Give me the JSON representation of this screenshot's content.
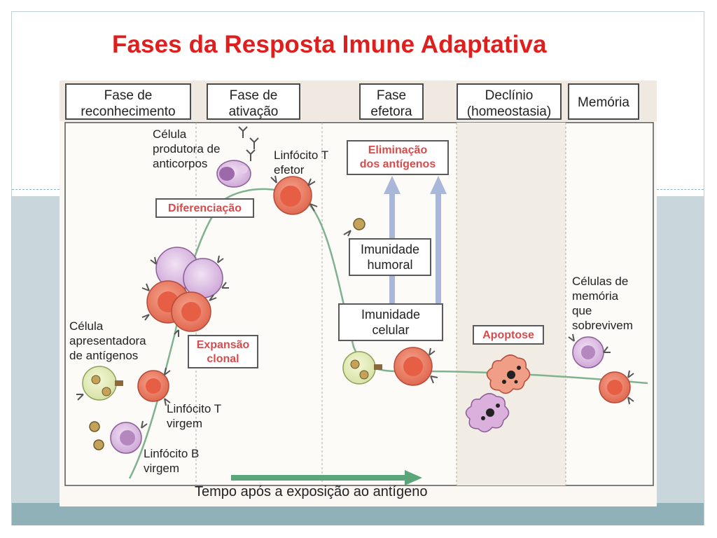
{
  "slide": {
    "title": "Fases da Resposta Imune Adaptativa"
  },
  "phases": [
    {
      "line1": "Fase de",
      "line2": "reconhecimento"
    },
    {
      "line1": "Fase de",
      "line2": "ativação"
    },
    {
      "line1": "Fase",
      "line2": "efetora"
    },
    {
      "line1": "Declínio",
      "line2": "(homeostasia)"
    },
    {
      "line1": "Memória",
      "line2": ""
    }
  ],
  "labels": {
    "antibody_cell": [
      "Célula",
      "produtora de",
      "anticorpos"
    ],
    "effector_t": [
      "Linfócito T",
      "efetor"
    ],
    "apc": [
      "Célula",
      "apresentadora",
      "de antígenos"
    ],
    "naive_t": [
      "Linfócito T",
      "virgem"
    ],
    "naive_b": [
      "Linfócito B",
      "virgem"
    ],
    "memory_cells": [
      "Células de",
      "memória",
      "que",
      "sobrevivem"
    ]
  },
  "process_boxes": {
    "differentiation": "Diferenciação",
    "clonal_expansion": [
      "Expansão",
      "clonal"
    ],
    "antigen_elimination": [
      "Eliminação",
      "dos antígenos"
    ],
    "apoptosis": "Apoptose"
  },
  "immunity_boxes": {
    "humoral": [
      "Imunidade",
      "humoral"
    ],
    "cellular": [
      "Imunidade",
      "celular"
    ]
  },
  "time_axis": {
    "label": "Tempo após a exposição ao antígeno"
  },
  "colors": {
    "title": "#e01e1e",
    "process_text": "#d84b4b",
    "curve": "#7fb28d",
    "t_cell": "#ef7f6a",
    "b_cell": "#d9b6df",
    "arrow": "#a9b7d8",
    "time_arrow": "#5aa57a",
    "apoptotic_cell": "#dcb0dc"
  }
}
